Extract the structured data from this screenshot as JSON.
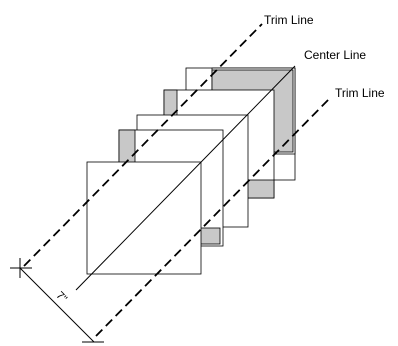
{
  "labels": {
    "trim_line_top": "Trim Line",
    "center_line": "Center Line",
    "trim_line_bottom": "Trim Line",
    "dimension": "7\""
  },
  "colors": {
    "shaded": "#c8c8c8",
    "stroke": "#000000",
    "paper": "#ffffff"
  }
}
